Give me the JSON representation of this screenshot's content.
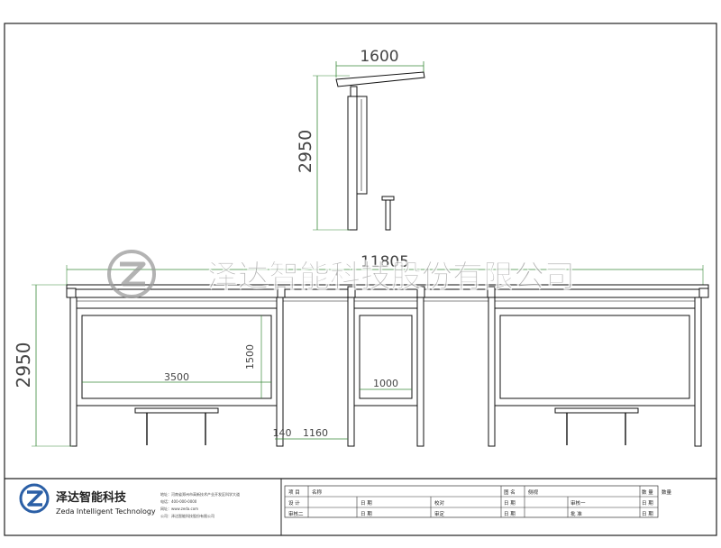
{
  "watermark": {
    "text": "泽达智能科技股份有限公司",
    "color": "#9a9a9a"
  },
  "dimensions": {
    "canopy_width": "1600",
    "side_height": "2950",
    "front_height": "2950",
    "total_length": "11805",
    "panel_width_left": "3500",
    "panel_height": "1500",
    "panel_width_mid": "1000",
    "gap_a": "140",
    "gap_b": "1160"
  },
  "title_block": {
    "logo_cn": "泽达智能科技",
    "logo_en": "Zeda Intelligent Technology",
    "company_info": [
      "地址：河南省郑州市高新技术产业开发区科学大道",
      "电话：400-000-0000",
      "网址：www.zeda.com",
      "公司：泽达智能科技股份有限公司"
    ],
    "row1": {
      "c1": "项 目",
      "c2": "名称",
      "c3": "图 名",
      "c4": "侧视",
      "c5": "数 量",
      "c6": "数量"
    },
    "row2": {
      "c1": "设 计",
      "c2": "日 期",
      "c3": "校对",
      "c4": "日 期",
      "c5": "审核一",
      "c6": "日 期"
    },
    "row3": {
      "c1": "审核二",
      "c2": "日 期",
      "c3": "审定",
      "c4": "日 期",
      "c5": "批 准",
      "c6": "日 期"
    }
  },
  "colors": {
    "line": "#111111",
    "dim": "#3a8a3a",
    "dim_text": "#444444"
  }
}
